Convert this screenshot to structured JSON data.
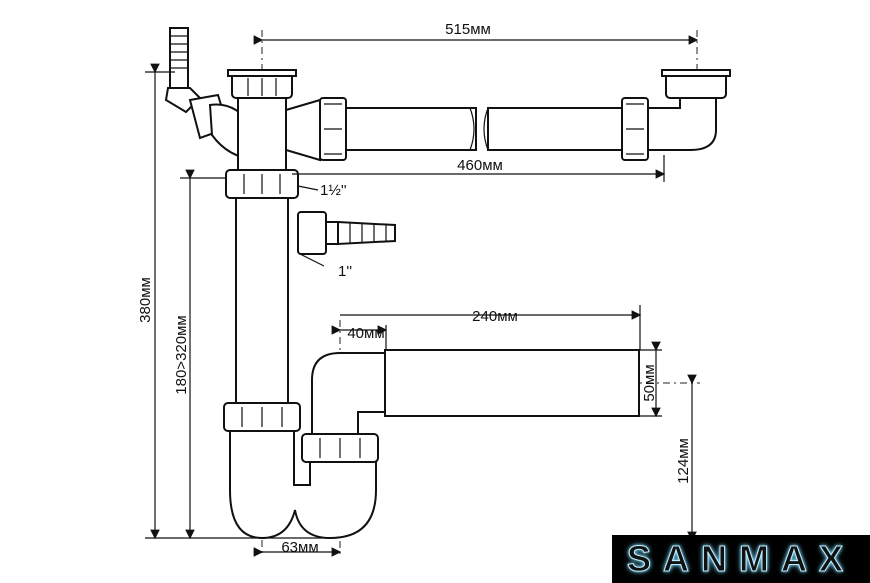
{
  "dimensions": {
    "top_width": "515мм",
    "pipe_length": "460мм",
    "outlet_length": "240мм",
    "offset": "40мм",
    "outlet_diameter": "50мм",
    "outlet_height": "124мм",
    "total_height": "380мм",
    "adjustable_height": "180>320мм",
    "trap_width": "63мм",
    "main_thread": "1½''",
    "side_thread": "1''"
  },
  "brand": {
    "name": "SANMAX",
    "colors": {
      "background": "#000000",
      "glow": "#7fdcff"
    }
  }
}
